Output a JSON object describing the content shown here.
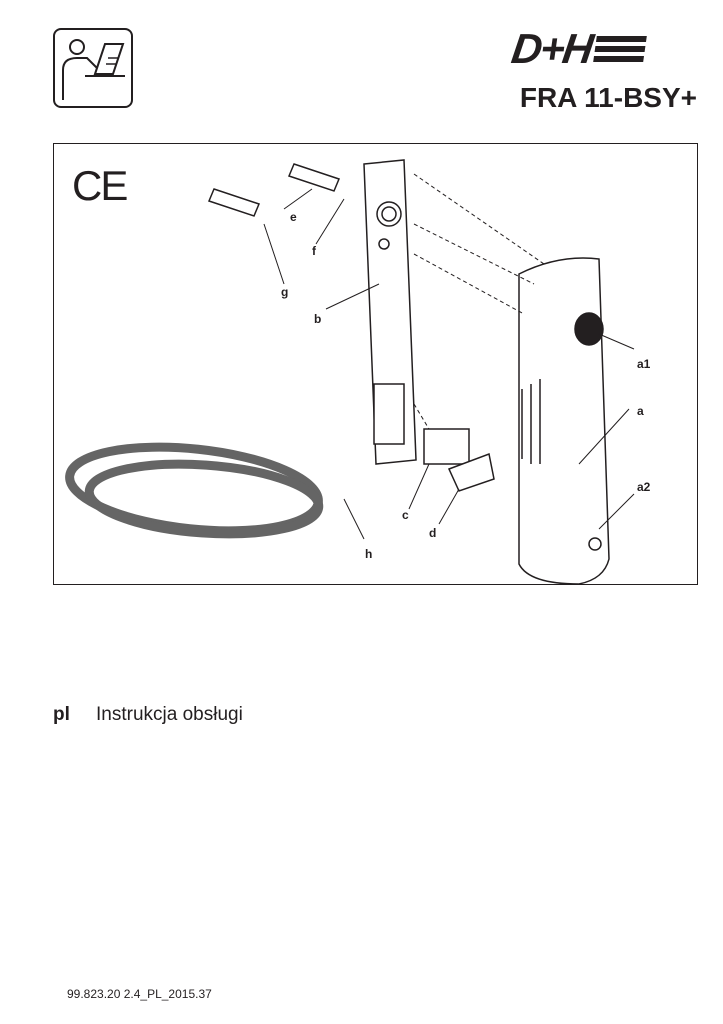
{
  "header": {
    "logo_text": "D+H",
    "model": "FRA 11-BSY+"
  },
  "figure": {
    "ce_mark": "CE",
    "labels": {
      "e": "e",
      "f": "f",
      "g": "g",
      "b": "b",
      "a1": "a1",
      "a": "a",
      "a2": "a2",
      "c": "c",
      "d": "d",
      "h": "h"
    }
  },
  "document": {
    "language_code": "pl",
    "title": "Instrukcja obsługi"
  },
  "footer": {
    "doc_number": "99.823.20 2.4_PL_2015.37"
  }
}
